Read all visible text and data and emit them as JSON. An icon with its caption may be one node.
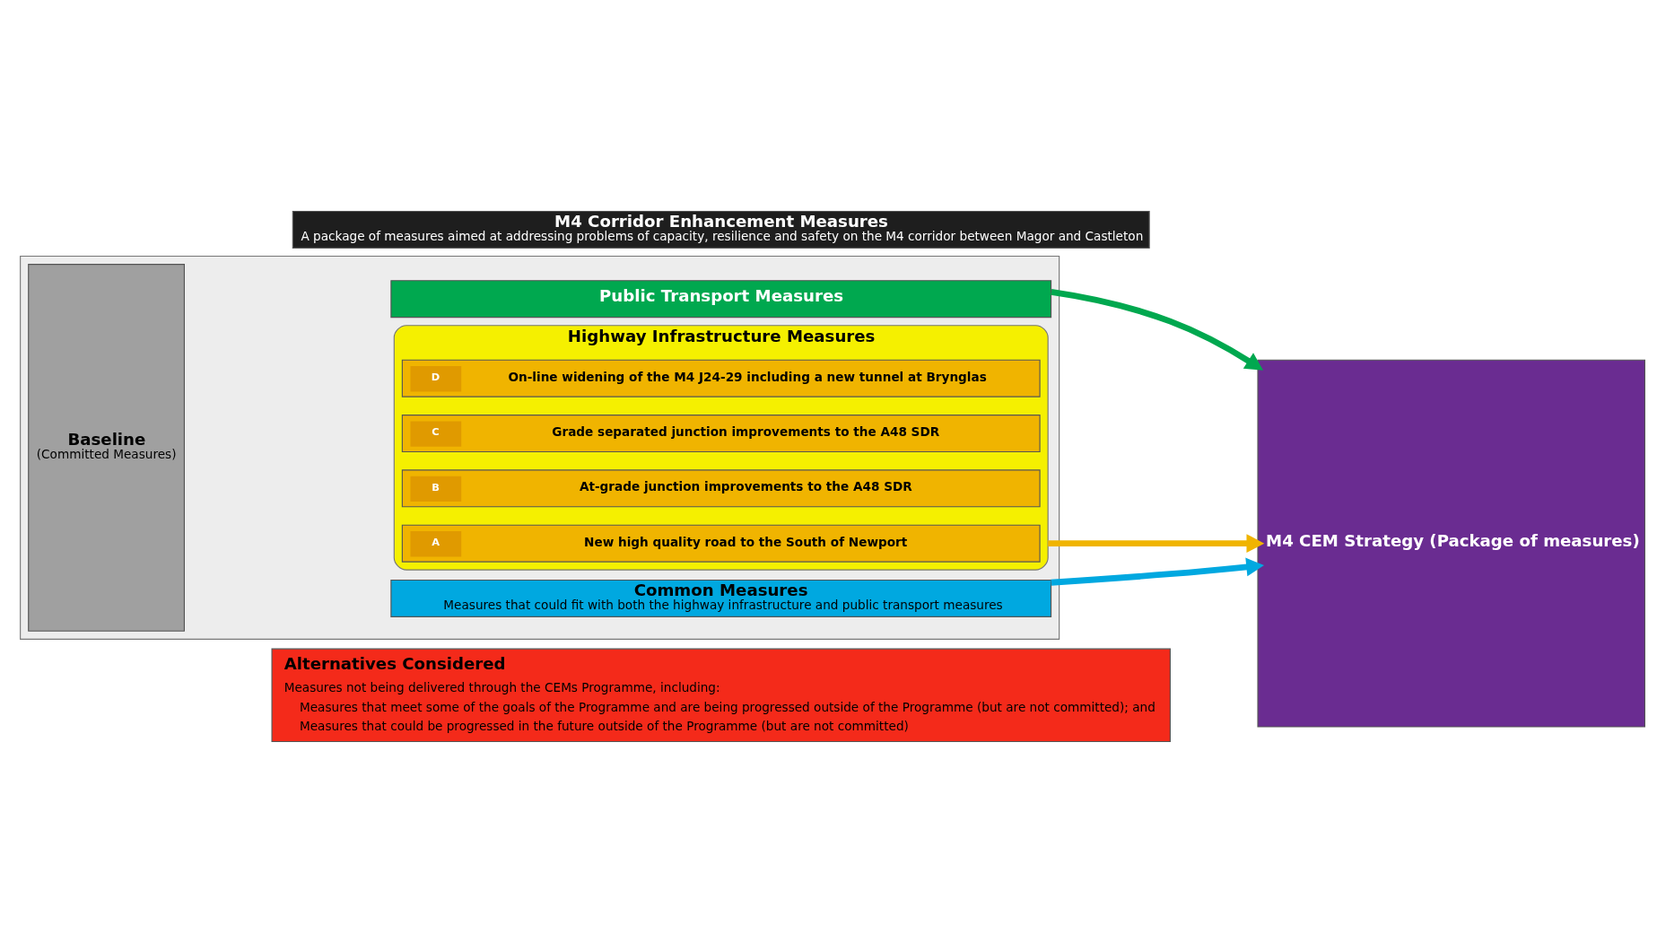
{
  "diagram": {
    "nodes": [
      {
        "text": [
          "M4 Corridor Enhancement Measures",
          "A package of measures aimed at addressing problems of capacity, resilience and safety on the M4 corridor between Magor and Castleton"
        ]
      },
      {
        "text": [],
        "shape": "box"
      },
      {
        "text": [
          "Baseline",
          "(Committed Measures)"
        ],
        "in": 1
      },
      {
        "text": [
          "Public Transport Measures"
        ],
        "in": 1
      },
      {
        "text": [
          "Highway Infrastructure Measures"
        ],
        "in": 1
      },
      {
        "text": [
          "A",
          "New high quality road to the South of Newport"
        ],
        "in": 4
      },
      {
        "text": [
          "B",
          "At-grade junction improvements to the A48 SDR"
        ],
        "in": 4
      },
      {
        "text": [
          "C",
          "Grade separated junction improvements to the A48 SDR"
        ],
        "in": 4
      },
      {
        "text": [
          "D",
          "On-line widening of the M4 J24-29 including a new tunnel at Brynglas"
        ],
        "in": 4
      },
      {
        "text": [
          "Common Measures",
          "Measures that could fit with both the highway infrastructure and public transport measures"
        ],
        "in": 1
      },
      {
        "text": [
          "M4 CEM Strategy (Package of measures)"
        ]
      },
      {
        "text": [
          "Alternatives Considered",
          "Measures not being delivered through the CEMs Programme, including:",
          "Measures that meet some of the goals of the Programme and are being progressed outside of the Programme (but are not committed); and",
          "Measures that could be progressed in the future outside of the Programme (but are not committed)"
        ]
      }
    ],
    "edges": [
      {
        "from": 3,
        "to": 10,
        "arrow": "to",
        "color": "#00a84f"
      },
      {
        "from": 4,
        "to": 10,
        "arrow": "to",
        "color": "#f0b400"
      },
      {
        "from": 9,
        "to": 10,
        "arrow": "to",
        "color": "#00a8e0"
      }
    ]
  }
}
